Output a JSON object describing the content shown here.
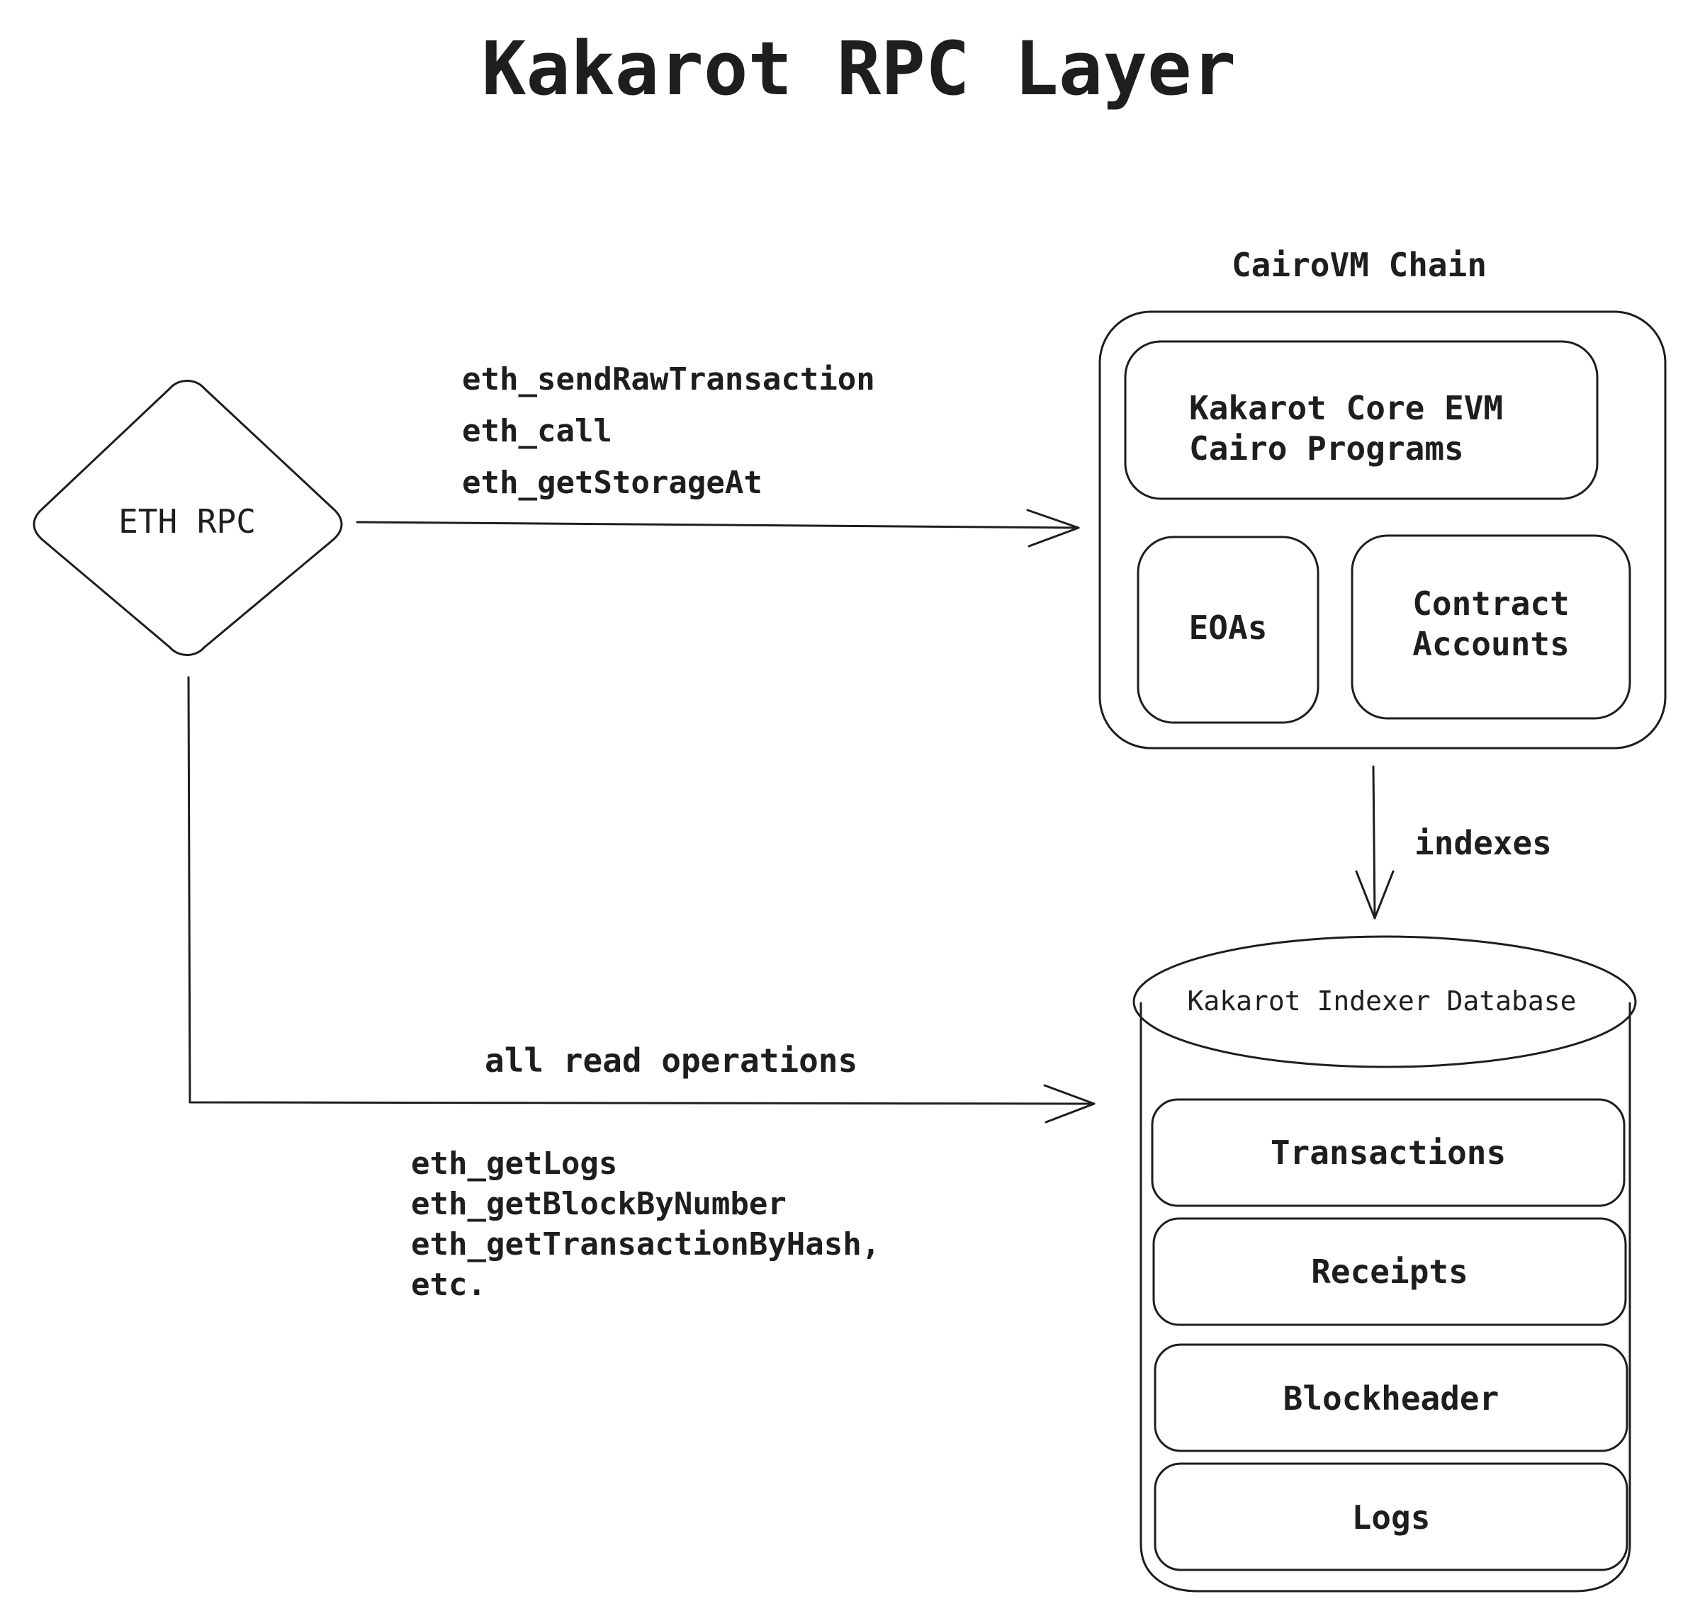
{
  "title": "Kakarot RPC Layer",
  "nodes": {
    "eth_rpc": {
      "label": "ETH RPC",
      "fill": "#ffec99"
    },
    "cairovm_chain": {
      "label": "CairoVM Chain",
      "core": [
        "Kakarot Core EVM",
        "Cairo Programs"
      ],
      "eoas": "EOAs",
      "contract_accounts": [
        "Contract",
        "Accounts"
      ]
    },
    "indexer_db": {
      "label": "Kakarot Indexer Database",
      "fill": "#b2f2bb",
      "tables": [
        "Transactions",
        "Receipts",
        "Blockheader",
        "Logs"
      ]
    }
  },
  "edges": {
    "write": {
      "methods": [
        "eth_sendRawTransaction",
        "eth_call",
        "eth_getStorageAt"
      ]
    },
    "index": {
      "label": "indexes"
    },
    "read": {
      "label": "all read operations",
      "methods": [
        "eth_getLogs",
        "eth_getBlockByNumber",
        "eth_getTransactionByHash,",
        "etc."
      ]
    }
  }
}
